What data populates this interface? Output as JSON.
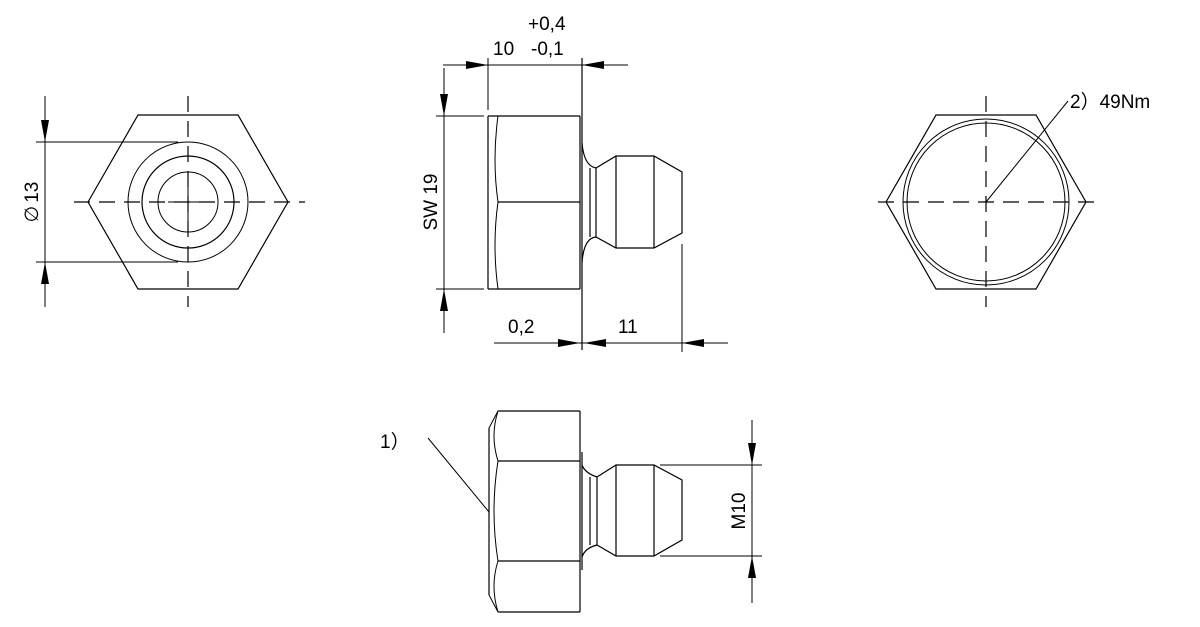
{
  "drawing": {
    "views": {
      "end_view_left": {
        "diameter_label": "Ø13",
        "diameter_symbol": "∅",
        "diameter_value": "13"
      },
      "side_view_top": {
        "width_nominal": "10",
        "tol_upper": "+0,4",
        "tol_lower": "-0,1",
        "across_flats": "SW 19",
        "gap": "0,2",
        "nipple_length": "11"
      },
      "end_view_right": {
        "note": "2）49Nm"
      },
      "side_view_bottom": {
        "note": "1）",
        "thread": "M10"
      }
    },
    "line_color": "#000000",
    "background": "#ffffff"
  }
}
